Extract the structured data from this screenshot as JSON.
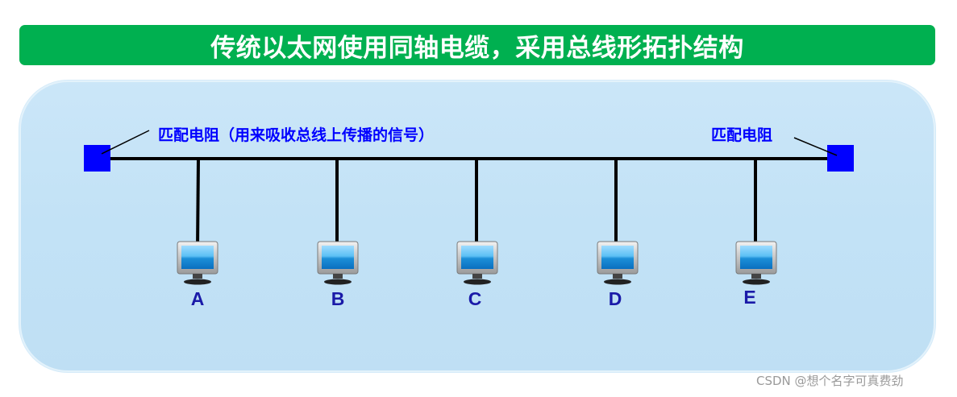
{
  "title": "传统以太网使用同轴电缆，采用总线形拓扑结构",
  "terminator_left_label": "匹配电阻（用来吸收总线上传播的信号）",
  "terminator_right_label": "匹配电阻",
  "nodes": [
    "A",
    "B",
    "C",
    "D",
    "E"
  ],
  "watermark": "CSDN @想个名字可真费劲",
  "colors": {
    "title_bg": "#00b050",
    "panel_bg": "#c2e2f6",
    "terminator": "#0000ff",
    "label": "#0000ff",
    "node_label": "#1a1aa8"
  }
}
